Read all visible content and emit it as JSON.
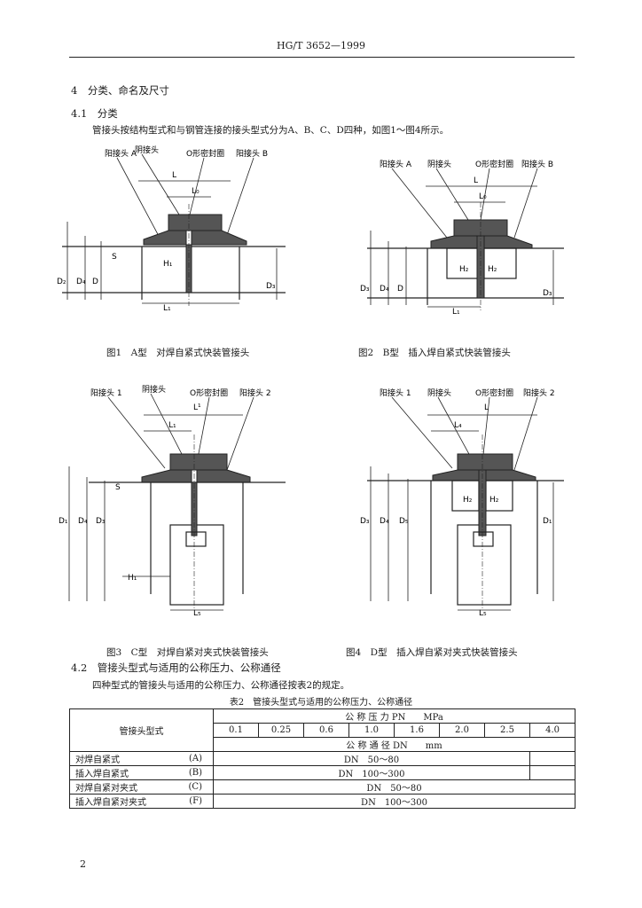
{
  "header": {
    "standard_code": "HG/T 3652—1999"
  },
  "section4": {
    "title": "4　分类、命名及尺寸"
  },
  "section41": {
    "title": "4.1　分类",
    "text": "管接头按结构型式和与钢管连接的接头型式分为A、B、C、D四种，如图1～图4所示。"
  },
  "fig1": {
    "caption": "图1　A型　对焊自紧式快装管接头",
    "labels": {
      "male_a": "阳接头 A",
      "female": "阴接头",
      "oring": "O形密封圈",
      "male_b": "阳接头 B",
      "L": "L",
      "L0": "L₀",
      "L1": "L₁",
      "S": "S",
      "H1": "H₁",
      "D2": "D₂",
      "D4": "D₄",
      "D": "D",
      "D3": "D₃"
    }
  },
  "fig2": {
    "caption": "图2　B型　插入焊自紧式快装管接头",
    "labels": {
      "male_a": "阳接头 A",
      "female": "阴接头",
      "oring": "O形密封圈",
      "male_b": "阳接头 B",
      "L": "L",
      "L0": "L₀",
      "L1": "L₁",
      "H2a": "H₂",
      "H2b": "H₂",
      "D3": "D₃",
      "D4": "D₄",
      "D": "D",
      "D3r": "D₃"
    }
  },
  "fig3": {
    "caption": "图3　C型　对焊自紧对夹式快装管接头",
    "labels": {
      "male_1": "阳接头 1",
      "female": "阴接头",
      "oring": "O形密封圈",
      "male_2": "阳接头 2",
      "L1top": "L¹",
      "L1": "L₁",
      "S": "S",
      "H1": "H₁",
      "L5": "L₅",
      "D1": "D₁",
      "D4": "D₄",
      "D3": "D₃"
    }
  },
  "fig4": {
    "caption": "图4　D型　插入焊自紧对夹式快装管接头",
    "labels": {
      "male_1": "阳接头 1",
      "female": "阴接头",
      "oring": "O形密封圈",
      "male_2": "阳接头 2",
      "L": "L",
      "L4": "L₄",
      "H2a": "H₂",
      "H2b": "H₂",
      "L5": "L₅",
      "D3": "D₃",
      "D4": "D₄",
      "D5": "D₅",
      "D1": "D₁"
    }
  },
  "section42": {
    "title": "4.2　管接头型式与适用的公称压力、公称通径",
    "text": "四种型式的管接头与适用的公称压力、公称通径按表2的规定。"
  },
  "table2": {
    "caption": "表2　管接头型式与适用的公称压力、公称通径",
    "col_type": "管接头型式",
    "pressure_header": "公 称 压 力 PN　　MPa",
    "pressures": [
      "0.1",
      "0.25",
      "0.6",
      "1.0",
      "1.6",
      "2.0",
      "2.5",
      "4.0"
    ],
    "diameter_header": "公 称 通 径 DN　　mm",
    "rows": [
      {
        "name": "对焊自紧式",
        "code": "(A)",
        "range": "DN　50～80"
      },
      {
        "name": "插入焊自紧式",
        "code": "(B)",
        "range": "DN　100～300"
      },
      {
        "name": "对焊自紧对夹式",
        "code": "(C)",
        "range": "DN　50～80"
      },
      {
        "name": "插入焊自紧对夹式",
        "code": "(F)",
        "range": "DN　100～300"
      }
    ]
  },
  "footer": {
    "page_number": "2"
  }
}
